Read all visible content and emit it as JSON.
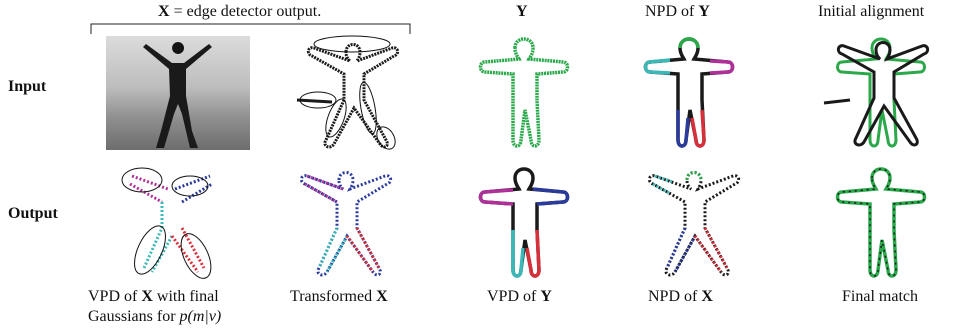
{
  "rows": {
    "input": "Input",
    "output": "Output"
  },
  "top_labels": {
    "x_bold": "X",
    "x_rest": " = edge detector output.",
    "y": "Y",
    "npd_y_pre": "NPD of ",
    "npd_y_bold": "Y",
    "initial": "Initial alignment"
  },
  "bottom_labels": {
    "vpd_x_pre": "VPD of ",
    "vpd_x_bold": "X",
    "vpd_x_post": " with final",
    "gauss_pre": "Gaussians for ",
    "gauss_ital": "p(m|v)",
    "transformed_pre": "Transformed ",
    "transformed_bold": "X",
    "vpd_y_pre": "VPD of ",
    "vpd_y_bold": "Y",
    "npd_x_pre": "NPD of ",
    "npd_x_bold": "X",
    "final": "Final match"
  },
  "colors": {
    "green": "#2aa84a",
    "black": "#1a1a1a",
    "magenta": "#b0309a",
    "cyan": "#3bb8b8",
    "blue": "#2a3b9c",
    "red": "#d8303a"
  }
}
